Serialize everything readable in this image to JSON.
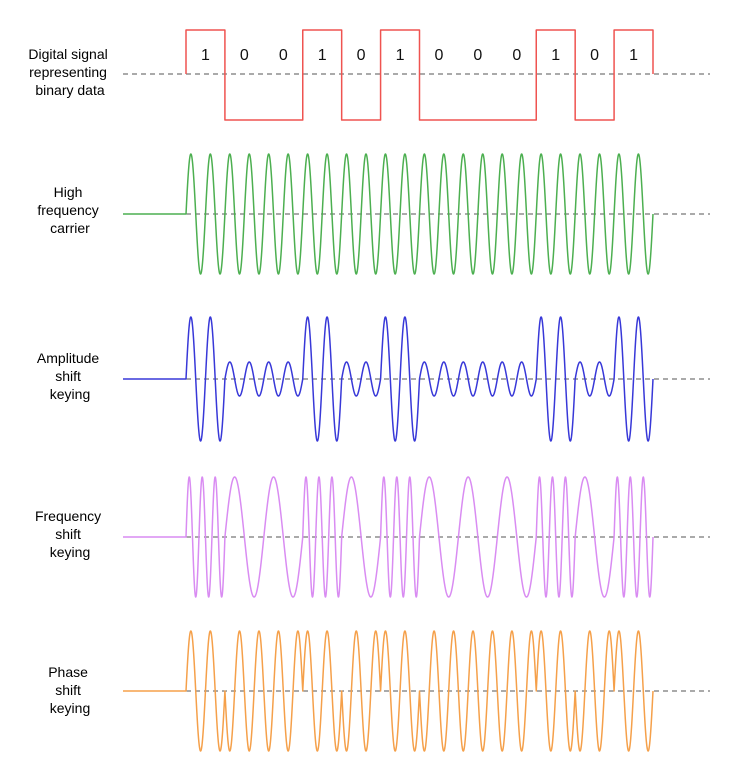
{
  "bits": [
    "1",
    "0",
    "0",
    "1",
    "0",
    "1",
    "0",
    "0",
    "0",
    "1",
    "0",
    "1"
  ],
  "carrier_cycles_per_bit": 2,
  "colors": {
    "digital": "#ef5350",
    "carrier": "#4caf50",
    "ask": "#3838d8",
    "fsk": "#d98cf2",
    "psk": "#f5a04a",
    "axis": "#555555"
  },
  "rows": [
    {
      "id": "digital",
      "label": [
        "Digital signal",
        "representing",
        "binary data"
      ]
    },
    {
      "id": "carrier",
      "label": [
        "High",
        "frequency",
        "carrier"
      ]
    },
    {
      "id": "ask",
      "label": [
        "Amplitude",
        "shift",
        "keying"
      ]
    },
    {
      "id": "fsk",
      "label": [
        "Frequency",
        "shift",
        "keying"
      ]
    },
    {
      "id": "psk",
      "label": [
        "Phase",
        "shift",
        "keying"
      ]
    }
  ]
}
